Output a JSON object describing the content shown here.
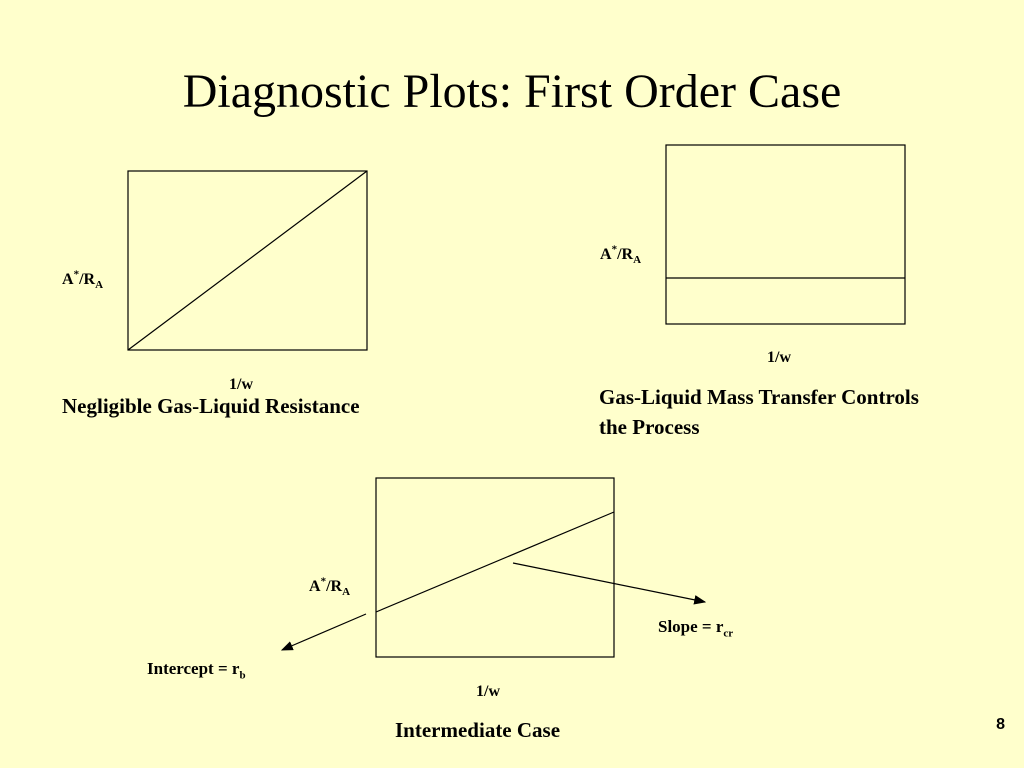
{
  "slide": {
    "title": "Diagnostic Plots: First Order Case",
    "page_number": "8",
    "background_color": "#ffffcc"
  },
  "plots": {
    "negligible": {
      "ylabel": {
        "base": "A",
        "sup": "*",
        "mid": "/R",
        "sub": "A"
      },
      "xlabel": "1/w",
      "caption": "Negligible Gas-Liquid Resistance"
    },
    "mass_transfer": {
      "ylabel": {
        "base": "A",
        "sup": "*",
        "mid": "/R",
        "sub": "A"
      },
      "xlabel": "1/w",
      "caption_line1": "Gas-Liquid Mass Transfer Controls",
      "caption_line2": "the Process"
    },
    "intermediate": {
      "ylabel": {
        "base": "A",
        "sup": "*",
        "mid": "/R",
        "sub": "A"
      },
      "xlabel": "1/w",
      "caption": "Intermediate Case",
      "slope_label": {
        "text": "Slope = r",
        "sub": "cr"
      },
      "intercept_label": {
        "text": "Intercept = r",
        "sub": "b"
      }
    }
  }
}
